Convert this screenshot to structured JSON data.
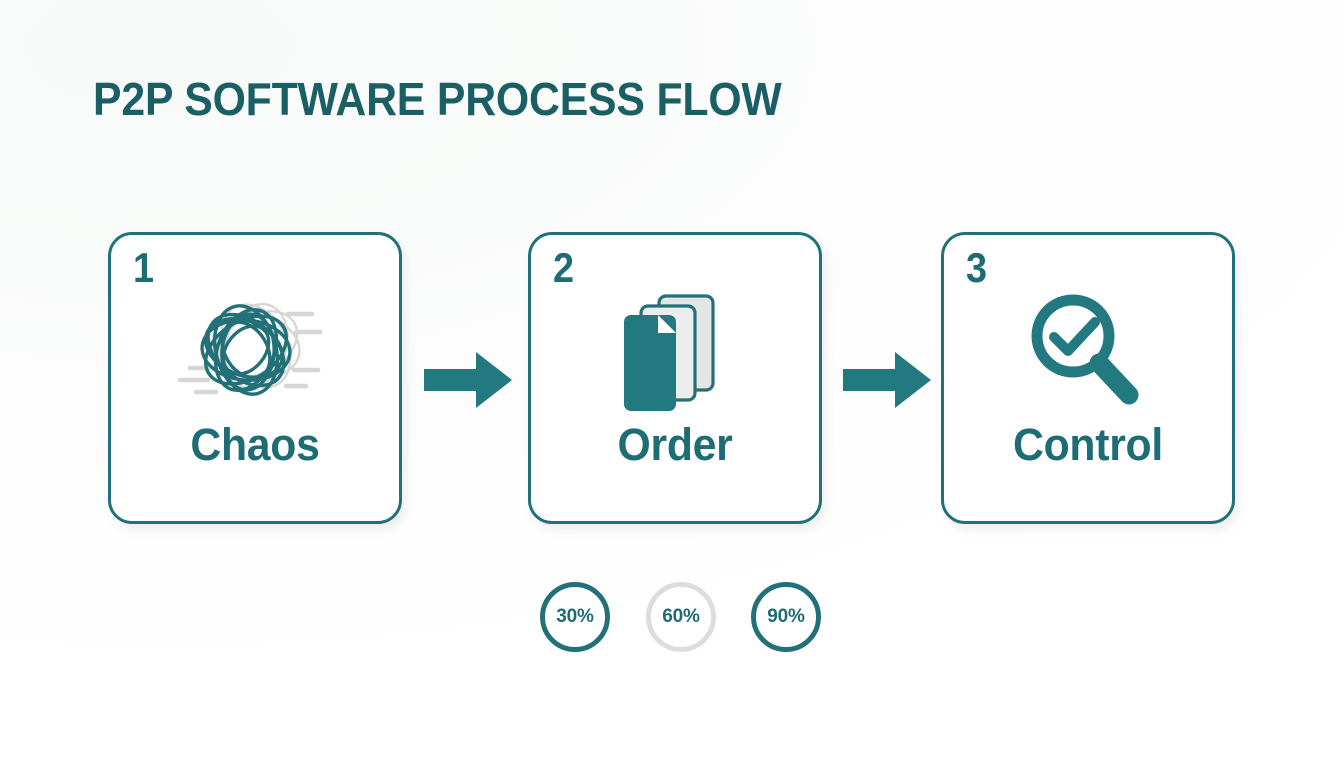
{
  "page": {
    "title": "P2P SOFTWARE PROCESS FLOW",
    "background_color": "#fdfefd",
    "accent_color": "#21707a",
    "title_color": "#1a5f64",
    "muted_color": "#dcdedd"
  },
  "steps": [
    {
      "number": "1",
      "label": "Chaos",
      "icon": "tangled-scribble-icon"
    },
    {
      "number": "2",
      "label": "Order",
      "icon": "stacked-documents-icon"
    },
    {
      "number": "3",
      "label": "Control",
      "icon": "magnifier-check-icon"
    }
  ],
  "connectors": [
    {
      "icon": "arrow-right-icon"
    },
    {
      "icon": "arrow-right-icon"
    }
  ],
  "badges": [
    {
      "value": "30%",
      "ring_color": "#227078"
    },
    {
      "value": "60%",
      "ring_color": "#dcdedd"
    },
    {
      "value": "90%",
      "ring_color": "#227078"
    }
  ]
}
